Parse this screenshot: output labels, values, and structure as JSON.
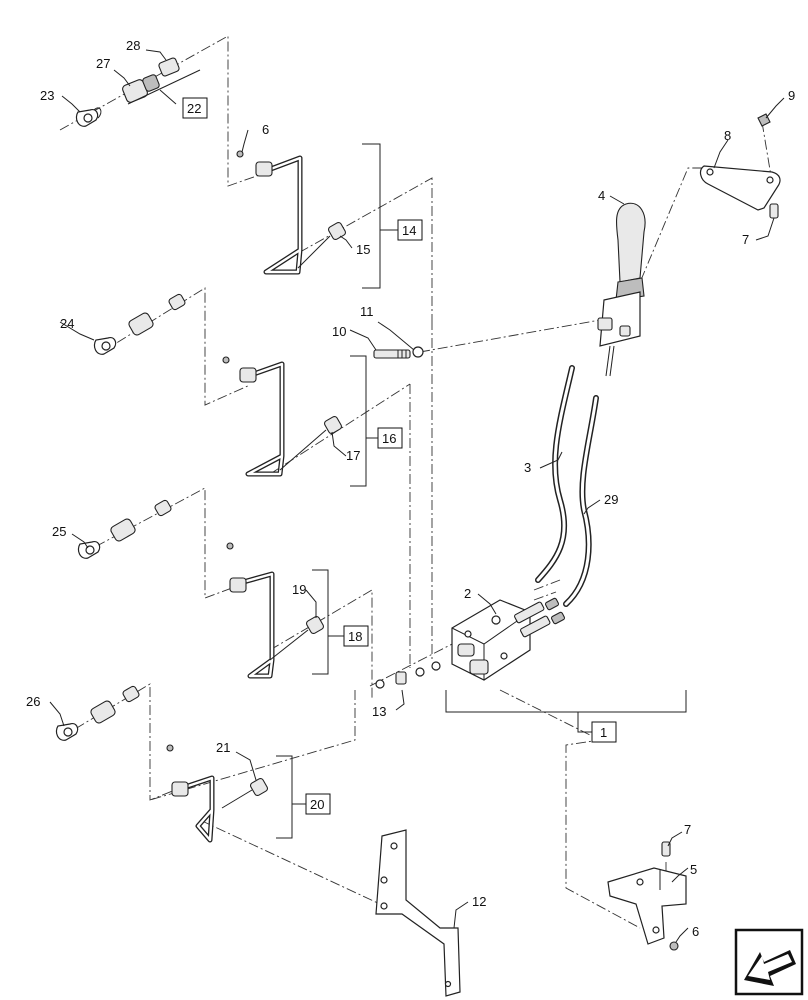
{
  "diagram": {
    "callouts": [
      "1",
      "2",
      "3",
      "4",
      "5",
      "6",
      "7",
      "8",
      "9",
      "10",
      "11",
      "12",
      "13",
      "15",
      "17",
      "19",
      "21",
      "23",
      "24",
      "25",
      "26",
      "27",
      "28",
      "29"
    ],
    "boxed_callouts": [
      "14",
      "16",
      "18",
      "20",
      "22"
    ],
    "callout_6_lower": "6",
    "callout_7_lower": "7",
    "nav_icon": "page-turn-arrow-icon"
  }
}
